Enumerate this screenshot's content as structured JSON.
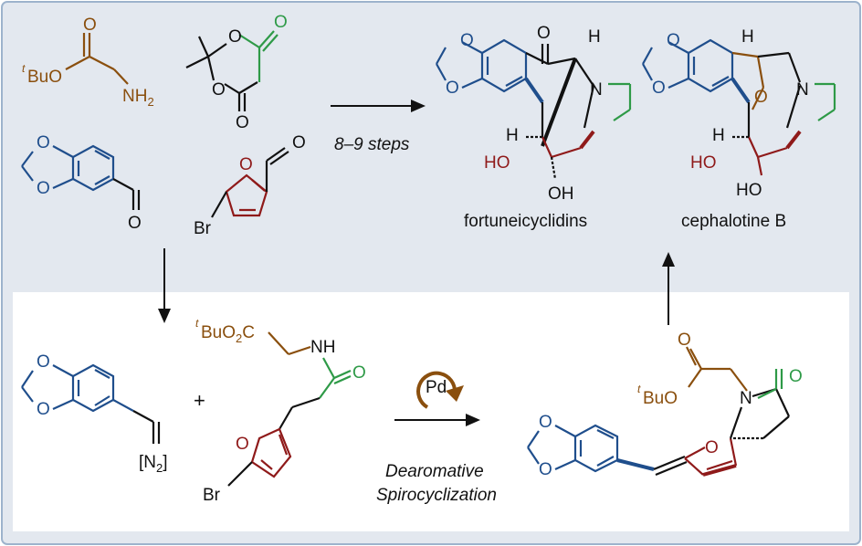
{
  "colors": {
    "panel_top": "#e3e8ef",
    "panel_border": "#9db3cc",
    "panel_bottom": "#ffffff",
    "blue": "#1f4e8c",
    "brown": "#8a4f0e",
    "green": "#2e9a47",
    "red": "#8f1a1a",
    "black": "#111111"
  },
  "labels": {
    "steps": "8–9 steps",
    "product1": "fortuneicyclidins",
    "product2": "cephalotine B",
    "dearomative": "Dearomative",
    "spiro": "Spirocyclization",
    "catalyst": "Pd",
    "plus": "+"
  },
  "atoms": {
    "tBuO": "BuO",
    "t": "t",
    "NH2": "NH",
    "NH2_sub": "2",
    "tBuO2C": "BuO",
    "tBuO2C_sub": "2",
    "C": "C",
    "NH": "NH",
    "O": "O",
    "N": "N",
    "H": "H",
    "OH": "OH",
    "HO": "HO",
    "Br": "Br",
    "N2": "[N",
    "N2_sub": "2",
    "N2_close": "]"
  },
  "icons": [
    "arrow-right-icon",
    "arrow-down-icon",
    "arrow-up-icon",
    "catalytic-cycle-icon"
  ]
}
